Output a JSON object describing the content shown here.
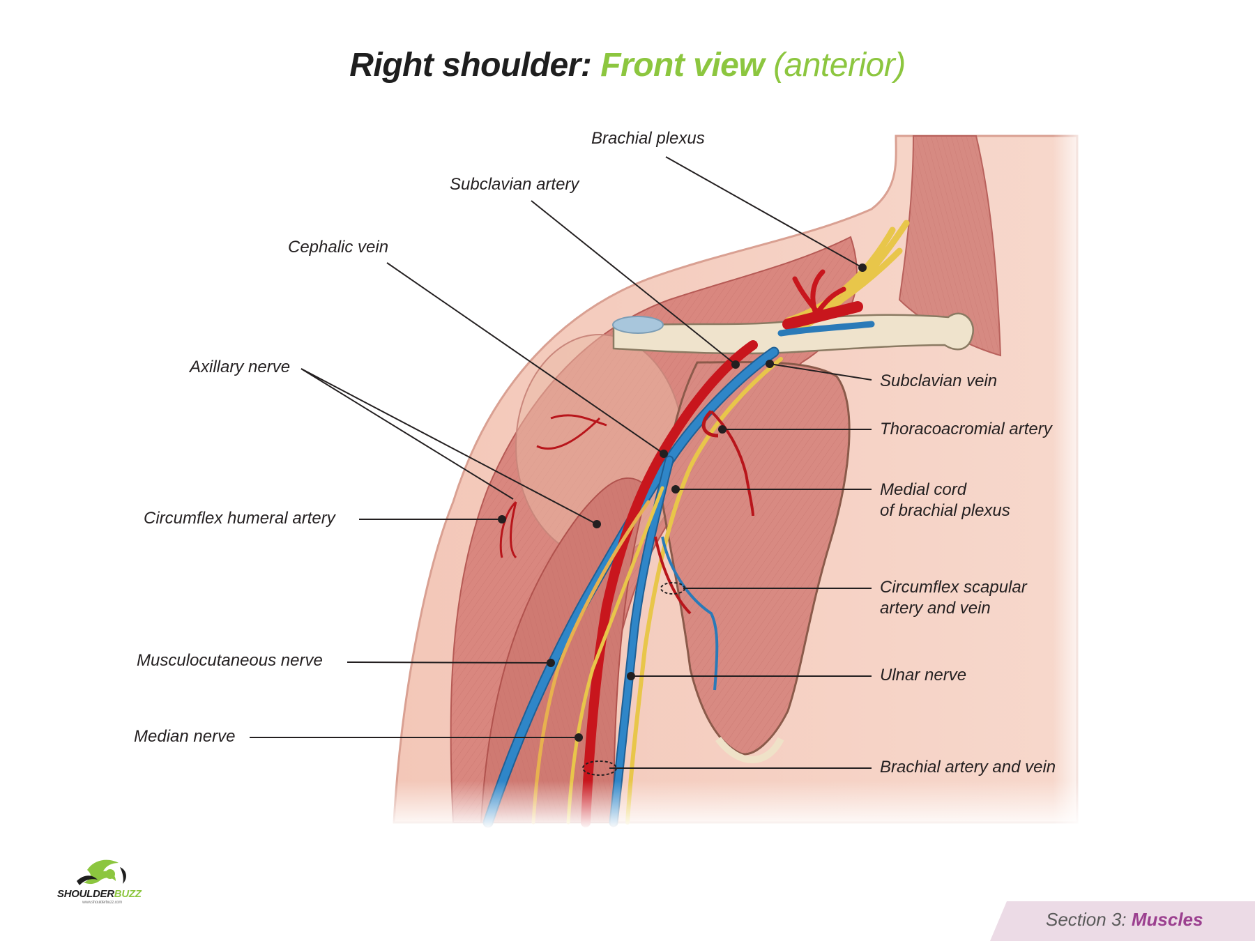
{
  "title": {
    "main": "Right shoulder",
    "colon": ":",
    "view": "Front view",
    "sub": "(anterior)"
  },
  "labels": {
    "brachial_plexus": "Brachial plexus",
    "subclavian_artery": "Subclavian artery",
    "cephalic_vein": "Cephalic vein",
    "axillary_nerve": "Axillary nerve",
    "circumflex_humeral_artery": "Circumflex humeral artery",
    "musculocutaneous_nerve": "Musculocutaneous nerve",
    "median_nerve": "Median nerve",
    "subclavian_vein": "Subclavian vein",
    "thoracoacromial_artery": "Thoracoacromial artery",
    "medial_cord_line1": "Medial cord",
    "medial_cord_line2": "of brachial plexus",
    "circumflex_scapular_line1": "Circumflex scapular",
    "circumflex_scapular_line2": "artery and vein",
    "ulnar_nerve": "Ulnar nerve",
    "brachial_artery_vein": "Brachial artery and vein"
  },
  "logo": {
    "brand_part1": "SHOULDER",
    "brand_part2": "BUZZ",
    "url": "www.shoulderbuzz.com"
  },
  "footer": {
    "section_prefix": "Section 3:",
    "section_name": "Muscles"
  },
  "colors": {
    "accent_green": "#8cc63f",
    "section_purple": "#9b3f8f",
    "artery": "#c8161d",
    "vein": "#2a7ab8",
    "nerve": "#e8c64a",
    "muscle": "#d98c84",
    "skin": "#f4cfc1"
  }
}
